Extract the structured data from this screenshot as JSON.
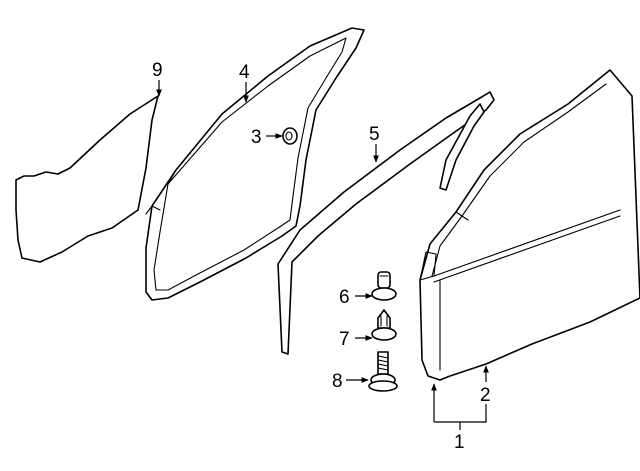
{
  "callouts": {
    "c1": "1",
    "c2": "2",
    "c3": "3",
    "c4": "4",
    "c5": "5",
    "c6": "6",
    "c7": "7",
    "c8": "8",
    "c9": "9"
  },
  "colors": {
    "line": "#000000",
    "background": "#ffffff"
  },
  "parts": [
    "door-shell",
    "outer-weatherstrip",
    "inner-weatherstrip",
    "sound-insulation",
    "plug",
    "grommet-clip",
    "push-clip",
    "flange-bolt",
    "water-shield"
  ]
}
